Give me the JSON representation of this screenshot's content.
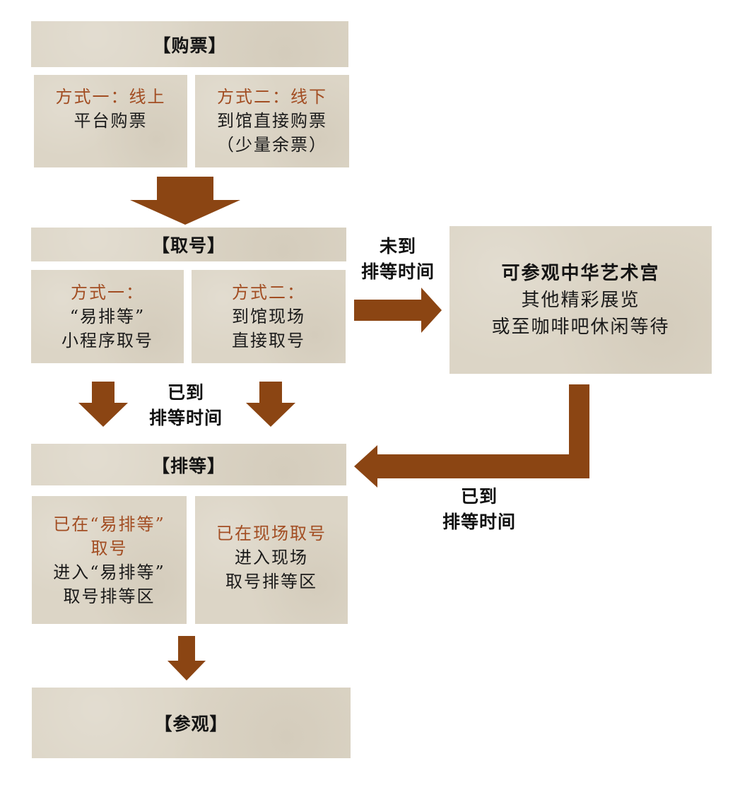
{
  "purchase": {
    "header": "【购票】",
    "option1": {
      "title": "方式一：线上",
      "lines": [
        "平台购票"
      ]
    },
    "option2": {
      "title": "方式二：线下",
      "lines": [
        "到馆直接购票",
        "（少量余票）"
      ]
    }
  },
  "ticket_number": {
    "header": "【取号】",
    "option1": {
      "title": "方式一：",
      "lines": [
        "“易排等”",
        "小程序取号"
      ]
    },
    "option2": {
      "title": "方式二：",
      "lines": [
        "到馆现场",
        "直接取号"
      ]
    }
  },
  "queue": {
    "header": "【排等】",
    "option1": {
      "title": [
        "已在“易排等”",
        "取号"
      ],
      "lines": [
        "进入“易排等”",
        "取号排等区"
      ]
    },
    "option2": {
      "title": [
        "已在现场取号"
      ],
      "lines": [
        "进入现场",
        "取号排等区"
      ]
    }
  },
  "visit": {
    "header": "【参观】"
  },
  "side_box": {
    "title": "可参观中华艺术宫",
    "lines": [
      "其他精彩展览",
      "或至咖啡吧休闲等待"
    ]
  },
  "labels": {
    "not_yet": [
      "未到",
      "排等时间"
    ],
    "arrived_left": [
      "已到",
      "排等时间"
    ],
    "arrived_right": [
      "已到",
      "排等时间"
    ]
  },
  "colors": {
    "box_fill": "#dcd5c6",
    "arrow": "#8b4513",
    "option_title": "#a24d22"
  }
}
